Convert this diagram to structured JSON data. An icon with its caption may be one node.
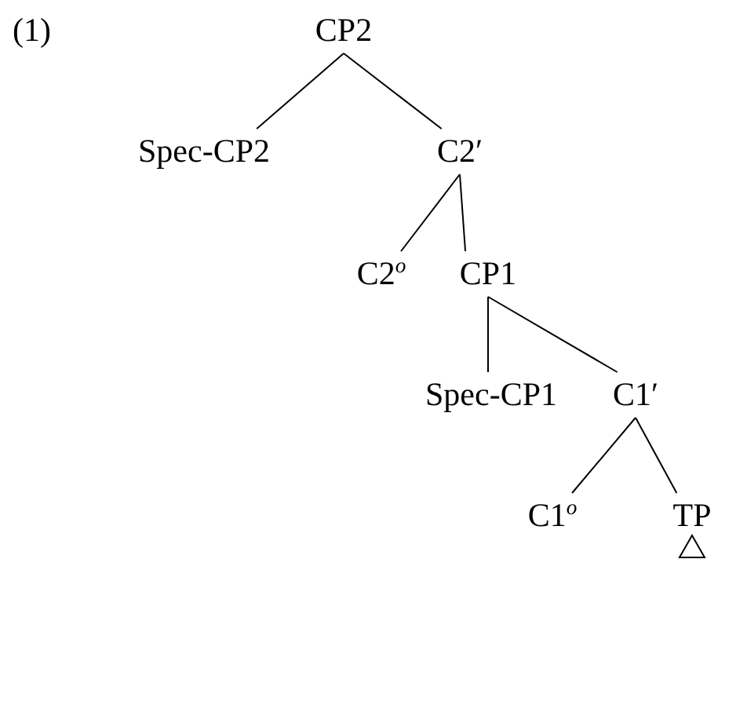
{
  "diagram": {
    "nodes": [
      {
        "text": [
          "CP2"
        ]
      },
      {
        "text": [
          "Spec-CP2"
        ]
      },
      {
        "text": [
          "C2′"
        ]
      },
      {
        "text": [
          "C2$^{o}$"
        ]
      },
      {
        "text": [
          "CP1"
        ]
      },
      {
        "text": [
          "Spec-CP1"
        ]
      },
      {
        "text": [
          "C1′"
        ]
      },
      {
        "text": [
          "C1$^{o}$"
        ]
      },
      {
        "text": [
          "TP"
        ]
      }
    ],
    "edges": [
      {
        "from": 0,
        "to": 1,
        "arrow": "none"
      },
      {
        "from": 0,
        "to": 2,
        "arrow": "none"
      },
      {
        "from": 2,
        "to": 3,
        "arrow": "none"
      },
      {
        "from": 2,
        "to": 4,
        "arrow": "none"
      },
      {
        "from": 4,
        "to": 5,
        "arrow": "none"
      },
      {
        "from": 4,
        "to": 6,
        "arrow": "none"
      },
      {
        "from": 6,
        "to": 7,
        "arrow": "none"
      },
      {
        "from": 6,
        "to": 8,
        "arrow": "none"
      }
    ],
    "labels": [
      "(1)"
    ]
  }
}
